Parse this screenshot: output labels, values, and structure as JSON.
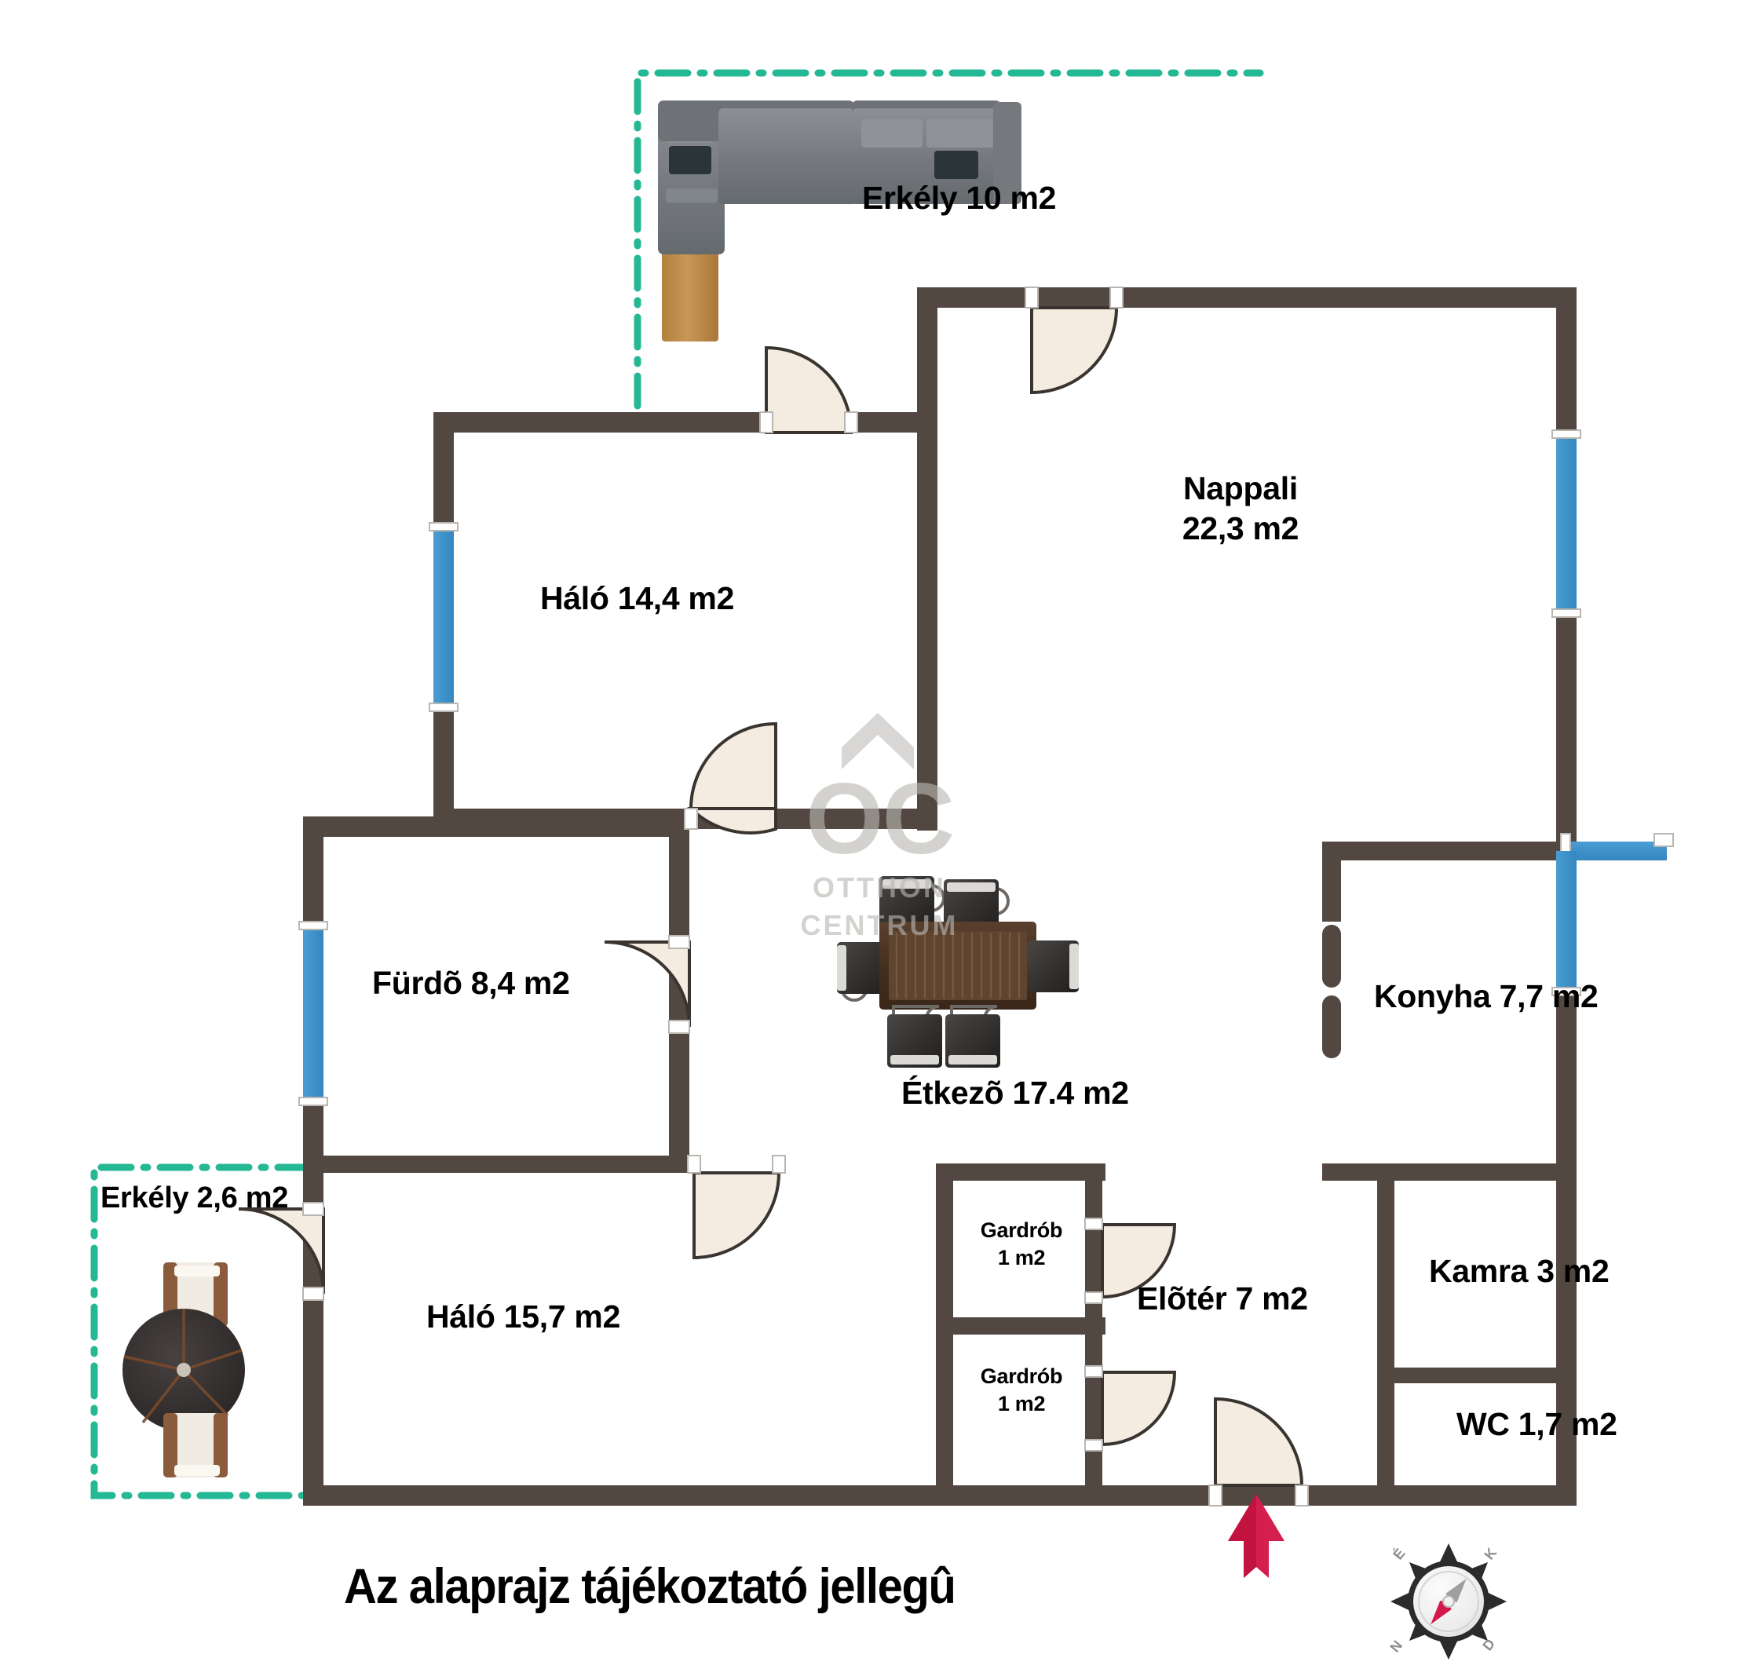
{
  "document": {
    "type": "floor-plan",
    "language": "hu",
    "footer_note": "Az alaprajz tájékoztató jellegû"
  },
  "watermark": {
    "monogram": "OC",
    "line1": "OTTHON",
    "line2": "CENTRUM"
  },
  "rooms": [
    {
      "id": "erkely-10",
      "name": "Erkély",
      "area": "10 m2",
      "label": "Erkély 10 m2",
      "type": "balcony"
    },
    {
      "id": "nappali",
      "name": "Nappali",
      "area": "22,3 m2",
      "line1": "Nappali",
      "line2": "22,3 m2",
      "type": "living"
    },
    {
      "id": "halo-144",
      "name": "Háló",
      "area": "14,4 m2",
      "label": "Háló 14,4 m2",
      "type": "bedroom"
    },
    {
      "id": "furdo",
      "name": "Fürdõ",
      "area": "8,4 m2",
      "label": "Fürdõ 8,4 m2",
      "type": "bathroom"
    },
    {
      "id": "etkezo",
      "name": "Étkezõ",
      "area": "17.4 m2",
      "label": "Étkezõ 17.4 m2",
      "type": "dining"
    },
    {
      "id": "konyha",
      "name": "Konyha",
      "area": "7,7 m2",
      "label": "Konyha 7,7 m2",
      "type": "kitchen"
    },
    {
      "id": "halo-157",
      "name": "Háló",
      "area": "15,7 m2",
      "label": "Háló 15,7 m2",
      "type": "bedroom"
    },
    {
      "id": "gardrob-1",
      "name": "Gardrób",
      "area": "1 m2",
      "line1": "Gardrób",
      "line2": "1 m2",
      "type": "wardrobe"
    },
    {
      "id": "gardrob-2",
      "name": "Gardrób",
      "area": "1 m2",
      "line1": "Gardrób",
      "line2": "1 m2",
      "type": "wardrobe"
    },
    {
      "id": "eloter",
      "name": "Elõtér",
      "area": "7 m2",
      "label": "Elõtér 7 m2",
      "type": "hall"
    },
    {
      "id": "kamra",
      "name": "Kamra",
      "area": "3 m2",
      "label": "Kamra 3 m2",
      "type": "pantry"
    },
    {
      "id": "wc",
      "name": "WC",
      "area": "1,7 m2",
      "label": "WC 1,7 m2",
      "type": "toilet"
    },
    {
      "id": "erkely-26",
      "name": "Erkély",
      "area": "2,6 m2",
      "label": "Erkély 2,6 m2",
      "type": "balcony"
    }
  ],
  "compass": {
    "north": "É",
    "east": "K",
    "south": "D",
    "west": "N"
  },
  "markers": {
    "entrance_arrow": "entrance-arrow"
  },
  "colors": {
    "wall": "#534741",
    "window": "#3d93c9",
    "balcony_outline": "#25b894",
    "door_leaf": "#f4ece0",
    "entrance_arrow": "#d41f4e",
    "watermark": "#b9b7b3",
    "furniture_sofa": "#7a7d80",
    "furniture_wood": "#c08b4d",
    "furniture_table": "#4a3327",
    "background": "#ffffff",
    "text": "#000000"
  }
}
